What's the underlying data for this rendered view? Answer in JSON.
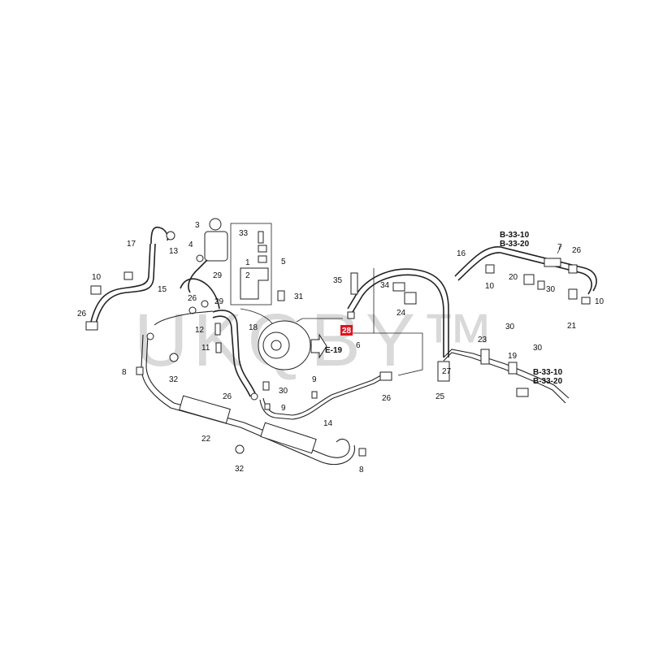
{
  "watermark": "UKQBY™",
  "callouts": {
    "c1": "1",
    "c2": "2",
    "c3": "3",
    "c4": "4",
    "c5": "5",
    "c6": "6",
    "c7": "7",
    "c8a": "8",
    "c8b": "8",
    "c9a": "9",
    "c9b": "9",
    "c10a": "10",
    "c10b": "10",
    "c10c": "10",
    "c11": "11",
    "c12": "12",
    "c13": "13",
    "c14": "14",
    "c15": "15",
    "c16": "16",
    "c17": "17",
    "c18": "18",
    "c19": "19",
    "c20": "20",
    "c21": "21",
    "c22": "22",
    "c23": "23",
    "c24": "24",
    "c25": "25",
    "c26a": "26",
    "c26b": "26",
    "c26c": "26",
    "c26d": "26",
    "c26e": "26",
    "c27": "27",
    "c29a": "29",
    "c29b": "29",
    "c30a": "30",
    "c30b": "30",
    "c30c": "30",
    "c30d": "30",
    "c31": "31",
    "c32a": "32",
    "c32b": "32",
    "c33": "33",
    "c34": "34",
    "c35": "35"
  },
  "highlight": {
    "label": "28",
    "color": "#e0141e"
  },
  "refs": {
    "r1a": "B-33-10",
    "r1b": "B-33-20",
    "r2a": "B-33-10",
    "r2b": "B-33-20",
    "e19": "E-19"
  }
}
